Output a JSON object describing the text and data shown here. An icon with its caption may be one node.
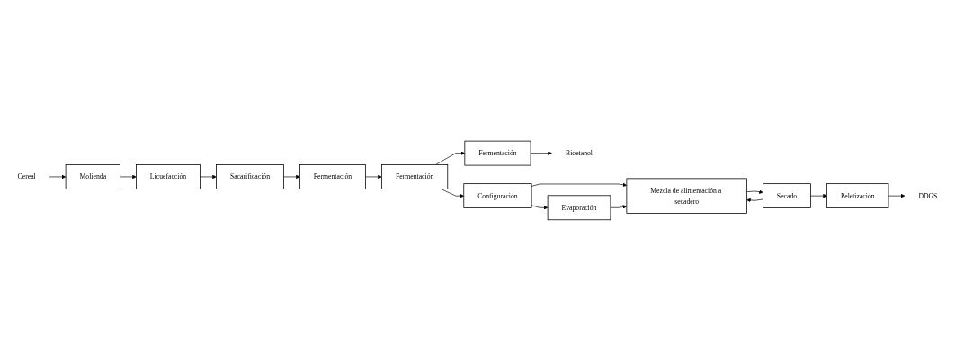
{
  "diagram": {
    "nodes": [
      {
        "text": [
          "Cereal"
        ]
      },
      {
        "text": [
          "Molienda"
        ]
      },
      {
        "text": [
          "Licuefacción"
        ]
      },
      {
        "text": [
          "Sacarificación"
        ]
      },
      {
        "text": [
          "Fermentación"
        ]
      },
      {
        "text": [
          "Fermentación"
        ]
      },
      {
        "text": [
          "Fermentación"
        ]
      },
      {
        "text": [
          "Bioetanol"
        ]
      },
      {
        "text": [
          "Configuración"
        ]
      },
      {
        "text": [
          "Evaporación"
        ]
      },
      {
        "text": [
          "Mezcla de alimentación a secadero"
        ]
      },
      {
        "text": [
          "Secado"
        ]
      },
      {
        "text": [
          "Peletización"
        ]
      },
      {
        "text": [
          "DDGS"
        ]
      }
    ],
    "edges": [
      {
        "from": 0,
        "to": 1,
        "arrow": "to"
      },
      {
        "from": 1,
        "to": 2,
        "arrow": "to"
      },
      {
        "from": 2,
        "to": 3,
        "arrow": "to"
      },
      {
        "from": 3,
        "to": 4,
        "arrow": "to"
      },
      {
        "from": 4,
        "to": 5,
        "arrow": "to"
      },
      {
        "from": 5,
        "to": 8,
        "arrow": "to"
      },
      {
        "from": 5,
        "to": 6,
        "arrow": "to"
      },
      {
        "from": 6,
        "to": 7,
        "arrow": "to"
      },
      {
        "from": 8,
        "to": 9,
        "arrow": "to"
      },
      {
        "from": 8,
        "to": 10,
        "arrow": "to"
      },
      {
        "from": 9,
        "to": 10,
        "arrow": "to"
      },
      {
        "from": 10,
        "to": 11,
        "arrow": "to"
      },
      {
        "from": 11,
        "to": 12,
        "arrow": "to"
      },
      {
        "from": 12,
        "to": 13,
        "arrow": "to"
      },
      {
        "from": 11,
        "to": 10,
        "arrow": "to"
      }
    ]
  }
}
